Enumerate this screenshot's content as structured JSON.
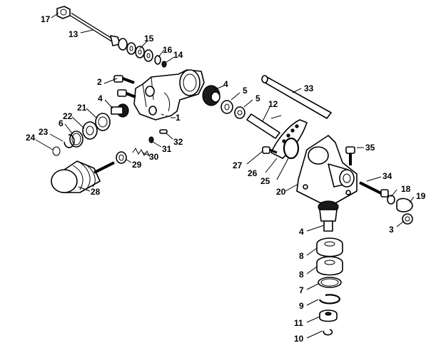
{
  "callouts": {
    "c17": "17",
    "c13": "13",
    "c15": "15",
    "c16": "16",
    "c14": "14",
    "c2": "2",
    "c4a": "4",
    "c21": "21",
    "c22": "22",
    "c6": "6",
    "c23": "23",
    "c24": "24",
    "c1": "1",
    "c32": "32",
    "c31": "31",
    "c30": "30",
    "c29": "29",
    "c28": "28",
    "c4b": "4",
    "c5a": "5",
    "c5b": "5",
    "c12": "12",
    "c33": "33",
    "c35": "35",
    "c27": "27",
    "c26": "26",
    "c25": "25",
    "c20": "20",
    "c34": "34",
    "c18": "18",
    "c19": "19",
    "c3": "3",
    "c4c": "4",
    "c8a": "8",
    "c8b": "8",
    "c7": "7",
    "c9": "9",
    "c11": "11",
    "c10": "10"
  },
  "colors": {
    "line": "#000000",
    "background": "#ffffff",
    "shade": "#bdbdbd"
  }
}
